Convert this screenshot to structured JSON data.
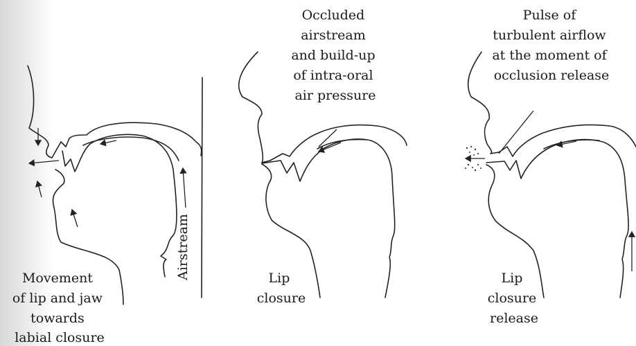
{
  "panel1": {
    "caption": [
      "Movement",
      "of lip and jaw",
      "towards",
      "labial closure"
    ],
    "airstream_label": "Airstream"
  },
  "panel2": {
    "annotation": [
      "Occluded",
      "airstream",
      "and build-up",
      "of intra-oral",
      "air pressure"
    ],
    "caption": [
      "Lip",
      "closure"
    ]
  },
  "panel3": {
    "annotation": [
      "Pulse of",
      "turbulent airflow",
      "at the moment of",
      "occlusion release"
    ],
    "caption": [
      "Lip",
      "closure",
      "release"
    ]
  }
}
